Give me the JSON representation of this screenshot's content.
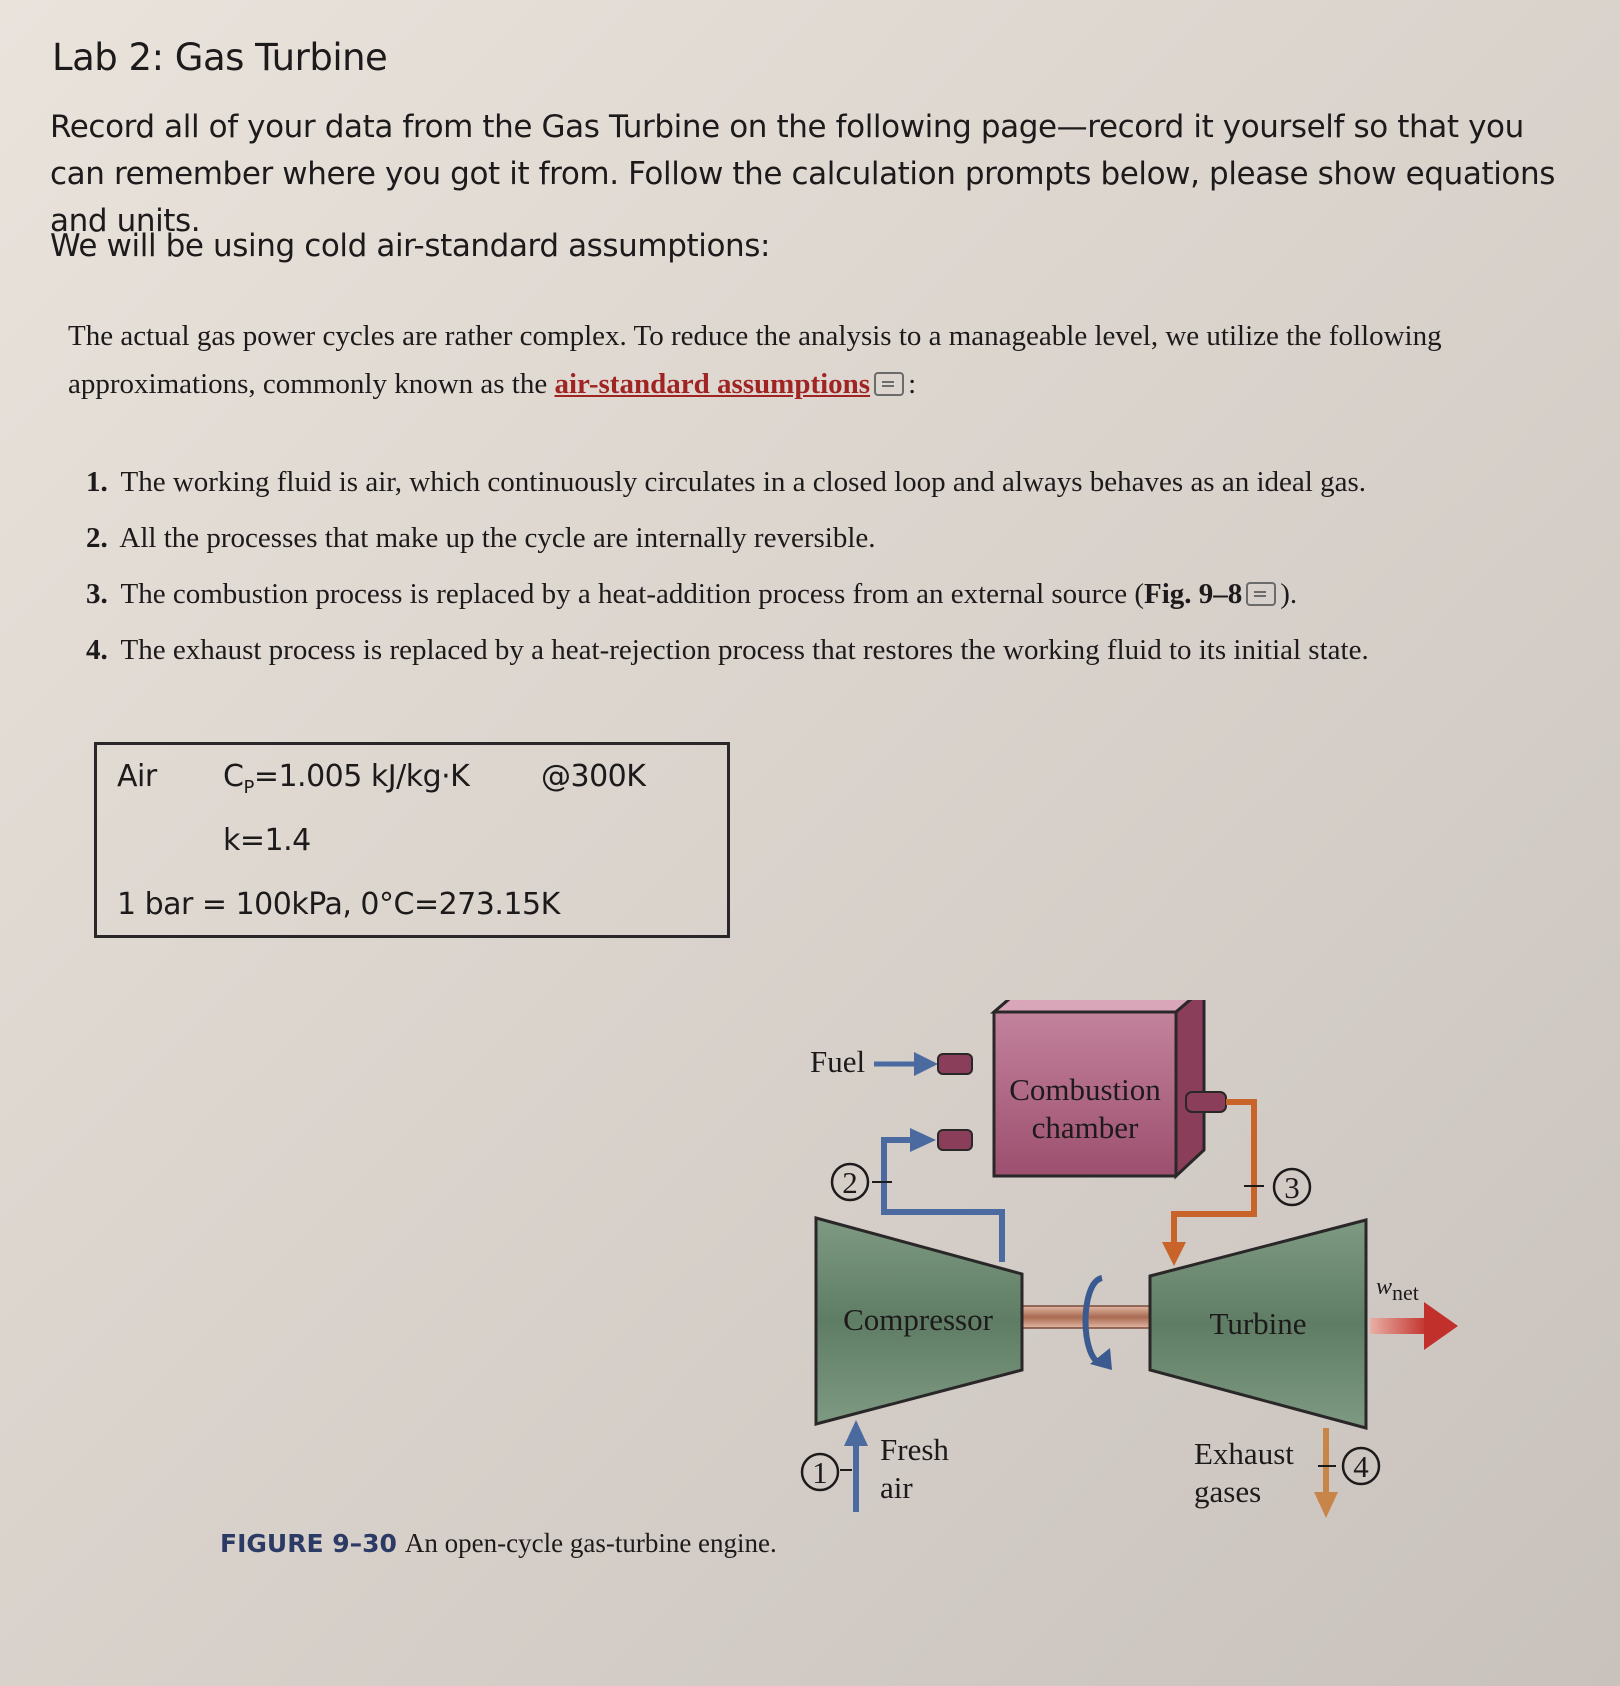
{
  "title": "Lab 2: Gas Turbine",
  "intro": "Record all of your data from the Gas Turbine on the following page—record it yourself so that you can remember where you got it from. Follow the calculation prompts below, please show equations and units.",
  "assumptions_heading": "We will be using cold air-standard assumptions:",
  "textbook": {
    "paragraph_before": "The actual gas power cycles are rather complex. To reduce the analysis to a manageable level, we utilize the following approximations, commonly known as the",
    "link_text": "air-standard assumptions",
    "paragraph_after": ":",
    "items": [
      {
        "num": "1.",
        "text": "The working fluid is air, which continuously circulates in a closed loop and always behaves as an ideal gas."
      },
      {
        "num": "2.",
        "text": "All the processes that make up the cycle are internally reversible."
      },
      {
        "num": "3.",
        "text_before": "The combustion process is replaced by a heat-addition process from an external source (",
        "ref": "Fig. 9–8",
        "text_after": ")."
      },
      {
        "num": "4.",
        "text": "The exhaust process is replaced by a heat-rejection process that restores the working fluid to its initial state."
      }
    ]
  },
  "constants_box": {
    "substance": "Air",
    "cp_label": "C",
    "cp_sub": "P",
    "cp_value": "=1.005 kJ/kg·K",
    "at_temp": "@300K",
    "k": "k=1.4",
    "conversion": "1 bar = 100kPa, 0°C=273.15K"
  },
  "figure": {
    "caption_label": "FIGURE 9–30",
    "caption_text": "An open-cycle gas-turbine engine.",
    "fuel": "Fuel",
    "combustion_line1": "Combustion",
    "combustion_line2": "chamber",
    "compressor": "Compressor",
    "turbine": "Turbine",
    "wnet": "w",
    "wnet_sub": "net",
    "fresh_air_line1": "Fresh",
    "fresh_air_line2": "air",
    "exhaust_line1": "Exhaust",
    "exhaust_line2": "gases",
    "state1": "1",
    "state2": "2",
    "state3": "3",
    "state4": "4"
  },
  "colors": {
    "link": "#a02424",
    "caption_label": "#2c3a66",
    "combustion": "#b46a86",
    "compressor_turbine": "#6f8a72",
    "air_flow": "#4a6aa0",
    "hot_flow": "#c8642a",
    "work_arrow": "#c73a30"
  }
}
